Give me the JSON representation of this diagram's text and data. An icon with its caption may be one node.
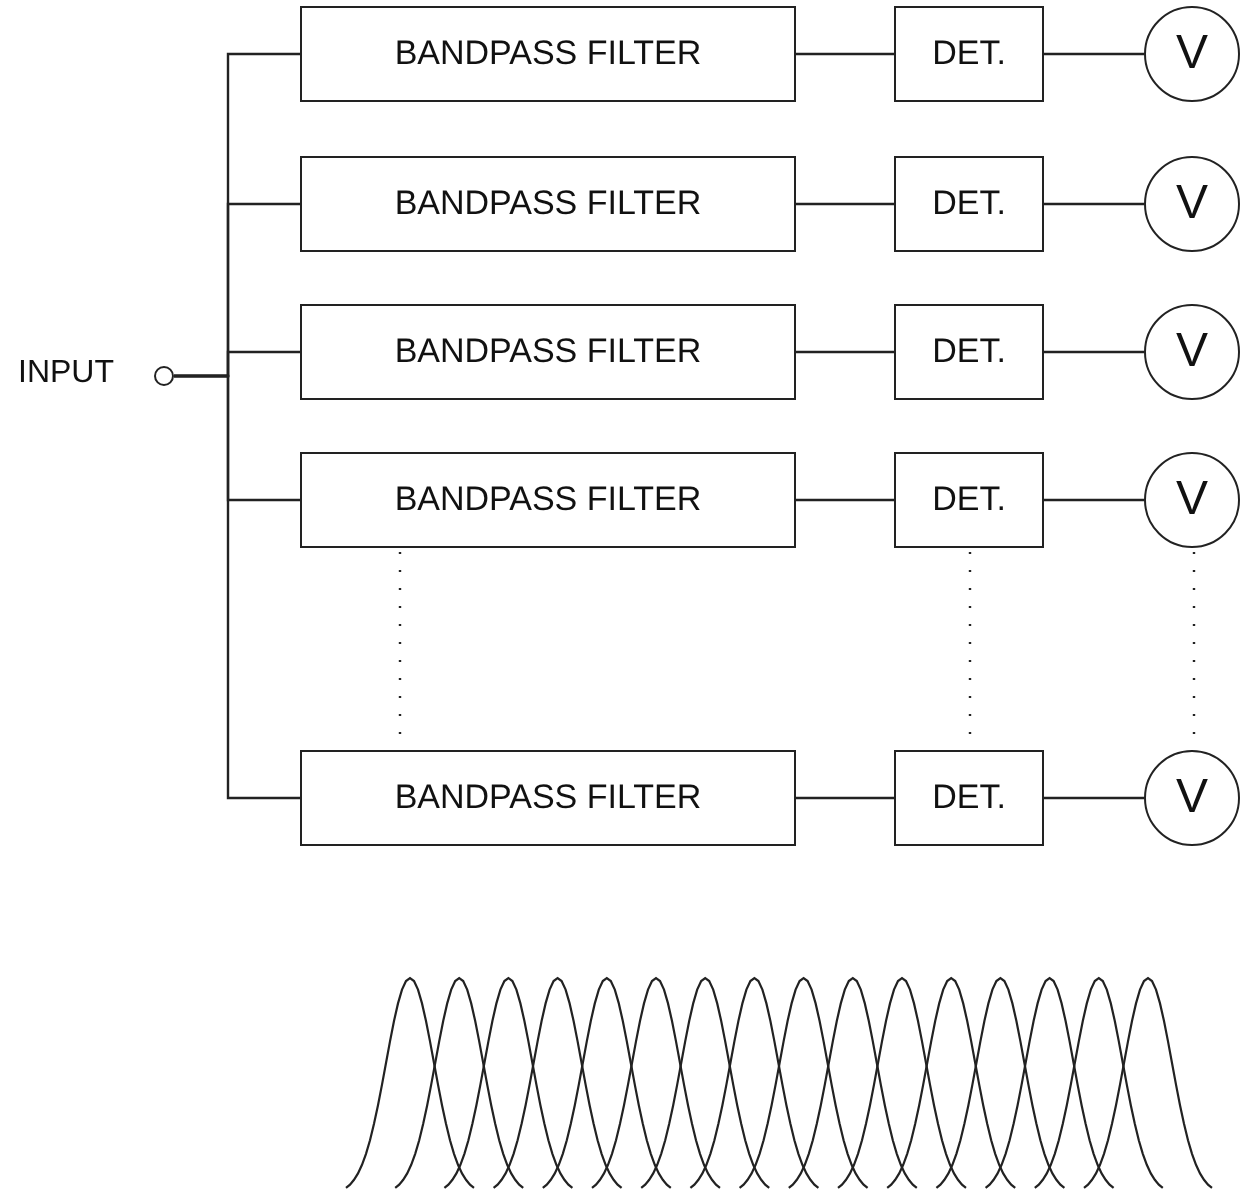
{
  "diagram": {
    "nodes": [
      {
        "text": [],
        "shape": "circle",
        "beside": [
          "INPUT"
        ]
      },
      {
        "text": [
          "BANDPASS FILTER"
        ]
      },
      {
        "text": [
          "DET."
        ]
      },
      {
        "text": [
          "V"
        ]
      },
      {
        "text": [
          "BANDPASS FILTER"
        ]
      },
      {
        "text": [
          "DET."
        ]
      },
      {
        "text": [
          "V"
        ]
      },
      {
        "text": [
          "BANDPASS FILTER"
        ]
      },
      {
        "text": [
          "DET."
        ]
      },
      {
        "text": [
          "V"
        ]
      },
      {
        "text": [
          "BANDPASS FILTER"
        ]
      },
      {
        "text": [
          "DET."
        ]
      },
      {
        "text": [
          "V"
        ]
      },
      {
        "text": [
          "BANDPASS FILTER"
        ]
      },
      {
        "text": [
          "DET."
        ]
      },
      {
        "text": [
          "V"
        ]
      }
    ],
    "edges": [
      {
        "from": 0,
        "to": 1,
        "arrow": "none"
      },
      {
        "from": 0,
        "to": 4,
        "arrow": "none"
      },
      {
        "from": 0,
        "to": 7,
        "arrow": "none"
      },
      {
        "from": 0,
        "to": 10,
        "arrow": "none"
      },
      {
        "from": 0,
        "to": 13,
        "arrow": "none"
      },
      {
        "from": 1,
        "to": 2,
        "arrow": "none"
      },
      {
        "from": 2,
        "to": 3,
        "arrow": "none"
      },
      {
        "from": 4,
        "to": 5,
        "arrow": "none"
      },
      {
        "from": 5,
        "to": 6,
        "arrow": "none"
      },
      {
        "from": 7,
        "to": 8,
        "arrow": "none"
      },
      {
        "from": 8,
        "to": 9,
        "arrow": "none"
      },
      {
        "from": 10,
        "to": 11,
        "arrow": "none"
      },
      {
        "from": 11,
        "to": 12,
        "arrow": "none"
      },
      {
        "from": 13,
        "to": 14,
        "arrow": "none"
      },
      {
        "from": 14,
        "to": 15,
        "arrow": "none"
      }
    ]
  }
}
